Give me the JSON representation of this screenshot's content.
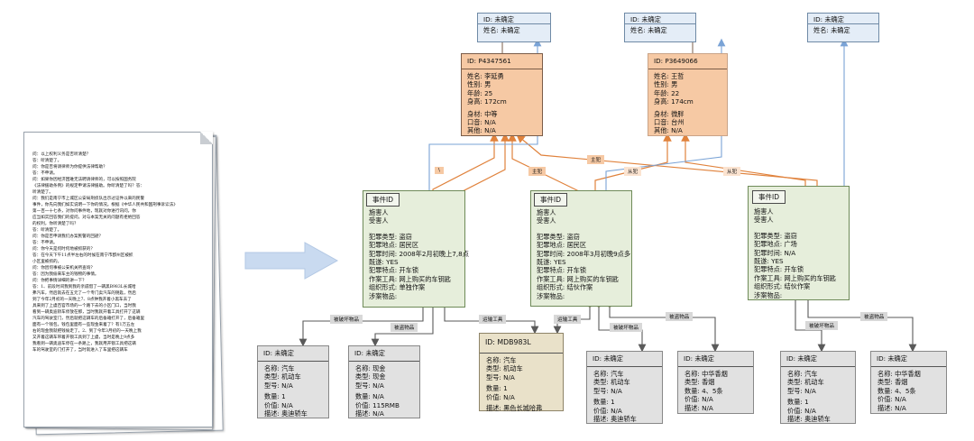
{
  "document": {
    "lines": [
      "问：以上权利义务是否听清楚？",
      "答：听清楚了。",
      "问：你是否将请律师为你提供法律帮助？",
      "答：不申请。",
      "问：如果你因经济困难无法聘请律师的，可以按照国务院",
      "《法律援助条例》的规定申请法律援助。你听清楚了吗？答：",
      "听清楚了。",
      "问：我们是南宁市上城区公安局刑侦队出示过证件以来的民警",
      "事件，你先向我们如实说明一下你的情况。根据《中华人民共和国刑事诉讼法》",
      "第一百一十七条，对你问事件地，现就对你进行讯问，你",
      "应当如实回答我们的提问，对与本案无关的问题有拒绝回答",
      "的权利，你听清楚了吗？",
      "答：听清楚了。",
      "问：你是否申请我们办案民警的回避？",
      "答：不申请。",
      "问：你今天是何时何地被抓获的？",
      "答：在今天下午11点半左右的时候在南宁市郡州区被抓",
      "小区里被抓的。",
      "问：你因何事被公安机关所查询？",
      "答：因为我偷来车主的钱物的事情。",
      "问：你把事情详细的讲一下？",
      "答：1、前段时间我到我的亲戚借了一辆黑B983L长城哈",
      "弗汽车，然后就去在五元了一个专门卖汽车的钥匙，然后",
      "到了今年2月初的一天晚上7、8点钟我开着小黑车去了",
      "具来到了上虞百官市场的一个路下去的小区门口，当时我",
      "看到一辆奥迪轿车停放在那，当时我就开着工具打开了这辆",
      "汽车的驾驶室门，然后就把这辆车的后备箱打开了，后备箱里",
      "面有一个钱包，钱包里面有一些现金来着了？有1万五左",
      "右的现金我就把钱偷走了，2、到了今年3月初的一天晚上我",
      "又开着这辆车带着开锁工具到了上虞，当时是晚上9点多",
      "我看到一辆奥迪车停在一条路上，我就用开锁工具把这辆",
      "车的驾驶室的门打开了，当时就进入了车里把这辆车"
    ]
  },
  "suspects": [
    {
      "id": "ID: P4347561",
      "name": "姓名: 李延勇",
      "gender": "性别: 男",
      "age": "年龄: 25",
      "height": "身高: 172cm",
      "build": "身材: 中等",
      "accent": "口音: N/A",
      "other": "其他: N/A"
    },
    {
      "id": "ID: P3649066",
      "name": "姓名: 王哲",
      "gender": "性别: 男",
      "age": "年龄: 22",
      "height": "身高: 174cm",
      "build": "身材: 微胖",
      "accent": "口音: 台州",
      "other": "其他: N/A"
    }
  ],
  "victims": [
    {
      "id": "ID: 未确定",
      "name": "姓名: 未确定"
    },
    {
      "id": "ID: 未确定",
      "name": "姓名: 未确定"
    },
    {
      "id": "ID: 未确定",
      "name": "姓名: 未确定"
    }
  ],
  "events": [
    {
      "title": "事件ID",
      "offender": "施害人",
      "victim": "受害人",
      "type": "犯罪类型: 盗窃",
      "place": "犯罪地点: 居民区",
      "time": "犯罪时间: 2008年2月初晚上7,8点",
      "solved": "既遂: YES",
      "feature": "犯罪特点: 开车锁",
      "tool": "作案工具: 网上购买的车钥匙",
      "form": "组织形式: 单独作案",
      "items": "涉案物品:"
    },
    {
      "title": "事件ID",
      "offender": "施害人",
      "victim": "受害人",
      "type": "犯罪类型: 盗窃",
      "place": "犯罪地点: 居民区",
      "time": "犯罪时间: 2008年3月初晚9点多",
      "solved": "既遂: YES",
      "feature": "犯罪特点: 开车锁",
      "tool": "作案工具: 网上购买的车钥匙",
      "form": "组织形式: 结伙作案",
      "items": "涉案物品:"
    },
    {
      "title": "事件ID",
      "offender": "施害人",
      "victim": "受害人",
      "type": "犯罪类型: 盗窃",
      "place": "犯罪地点: 广场",
      "time": "犯罪时间: N/A",
      "solved": "既遂: YES",
      "feature": "犯罪特点: 开车锁",
      "tool": "作案工具: 网上购买的车钥匙",
      "form": "组织形式: 结伙作案",
      "items": "涉案物品:"
    }
  ],
  "relation_labels": {
    "backslash": "\\",
    "main1": "主犯",
    "main2": "主犯",
    "accomplice1": "从犯",
    "accomplice2": "从犯",
    "damaged1": "被破坏物品",
    "stolen1": "被盗物品",
    "tool": "运输工具",
    "tool2": "运输工具",
    "damaged2": "被破坏物品",
    "stolen2": "被盗物品",
    "damaged3": "被破坏物品",
    "stolen3": "被盗物品"
  },
  "objects": [
    {
      "id": "ID: 未确定",
      "lines": [
        "名称: 汽车",
        "类型: 机动车",
        "型号: N/A",
        "数量: 1",
        "价值: N/A",
        "描述: 奥迪轿车"
      ]
    },
    {
      "id": "ID: 未确定",
      "lines": [
        "名称: 现金",
        "类型: 现金",
        "型号: N/A",
        "数量: N/A",
        "价值: 115RMB",
        "描述: N/A"
      ]
    },
    {
      "id": "ID: MDB983L",
      "lines": [
        "名称: 汽车",
        "类型: 机动车",
        "型号: N/A",
        "数量: 1",
        "价值: N/A",
        "描述: 黑色长城哈弗"
      ]
    },
    {
      "id": "ID: 未确定",
      "lines": [
        "名称: 汽车",
        "类型: 机动车",
        "型号: N/A",
        "数量: 1",
        "价值: N/A",
        "描述: 奥迪轿车"
      ]
    },
    {
      "id": "ID: 未确定",
      "lines": [
        "名称: 中华香烟",
        "类型: 香烟",
        "数量: 4、5条",
        "价值: N/A",
        "描述: N/A"
      ]
    },
    {
      "id": "ID: 未确定",
      "lines": [
        "名称: 汽车",
        "类型: 机动车",
        "型号: N/A",
        "数量: 1",
        "价值: N/A",
        "描述: 奥迪轿车"
      ]
    },
    {
      "id": "ID: 未确定",
      "lines": [
        "名称: 中华香烟",
        "类型: 香烟",
        "数量: 4、5条",
        "价值: N/A",
        "描述: N/A"
      ]
    }
  ],
  "colors": {
    "orange_line": "#e0823c",
    "blue_line": "#7aa3d6",
    "grey_line": "#6a6a6a",
    "arrow": "#c9daf0"
  }
}
